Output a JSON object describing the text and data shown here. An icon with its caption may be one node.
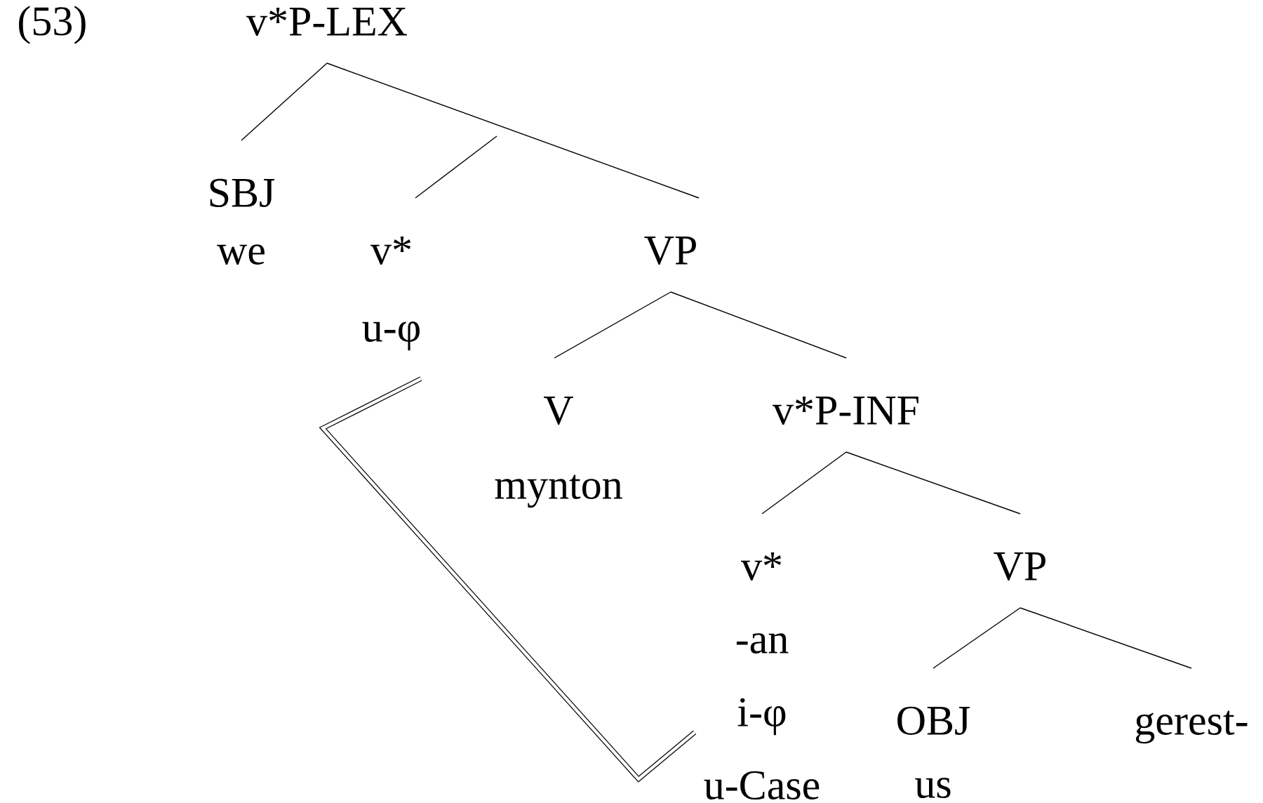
{
  "diagram": {
    "nodes": [
      {
        "text": [
          "v*P-LEX"
        ]
      },
      {
        "text": [
          "SBJ",
          "we"
        ]
      },
      {
        "text": [
          "v*",
          "u-φ"
        ]
      },
      {
        "text": [
          "VP"
        ]
      },
      {
        "text": [
          "V",
          "mynton"
        ]
      },
      {
        "text": [
          "v*P-INF"
        ]
      },
      {
        "text": [
          "v*",
          "-an",
          "i-φ",
          "u-Case"
        ]
      },
      {
        "text": [
          "VP"
        ]
      },
      {
        "text": [
          "OBJ",
          "us"
        ]
      },
      {
        "text": [
          "gerest-"
        ]
      }
    ],
    "edges": [
      {
        "from": 0,
        "to": 1,
        "arrow": "none"
      },
      {
        "from": 0,
        "to": 3,
        "arrow": "none"
      },
      {
        "from": null,
        "to": 2,
        "arrow": "none"
      },
      {
        "from": 3,
        "to": 4,
        "arrow": "none"
      },
      {
        "from": 3,
        "to": 5,
        "arrow": "none"
      },
      {
        "from": 5,
        "to": 6,
        "arrow": "none"
      },
      {
        "from": 5,
        "to": 7,
        "arrow": "none"
      },
      {
        "from": 7,
        "to": 8,
        "arrow": "none"
      },
      {
        "from": 7,
        "to": 9,
        "arrow": "none"
      },
      {
        "from": 2,
        "to": 6,
        "arrow": "none",
        "style": "thick"
      }
    ],
    "labels": [
      "(53)"
    ]
  }
}
